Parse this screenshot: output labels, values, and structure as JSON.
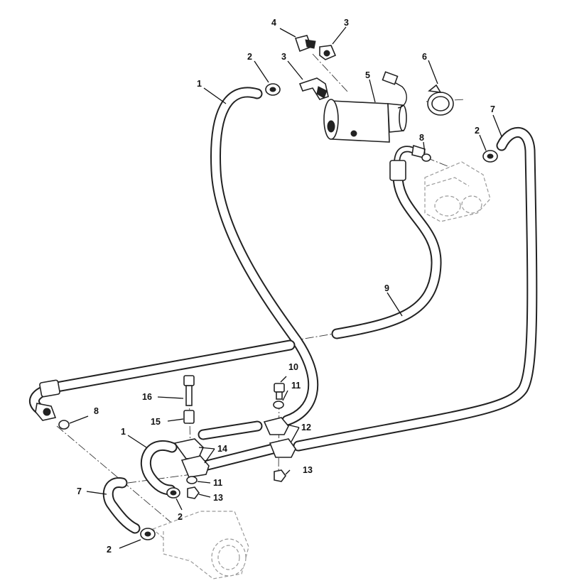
{
  "callouts": {
    "c1_top": "1",
    "c2_top": "2",
    "c3_upper": "3",
    "c3_lower": "3",
    "c4": "4",
    "c5": "5",
    "c6": "6",
    "c7_right": "7",
    "c2_right": "2",
    "c8_upper": "8",
    "c9": "9",
    "c10": "10",
    "c11_upper": "11",
    "c12": "12",
    "c13_right": "13",
    "c16": "16",
    "c15": "15",
    "c14": "14",
    "c8_left": "8",
    "c1_lower": "1",
    "c7_left": "7",
    "c11_lower": "11",
    "c13_lower": "13",
    "c2_lower": "2",
    "c2_bottom": "2"
  }
}
